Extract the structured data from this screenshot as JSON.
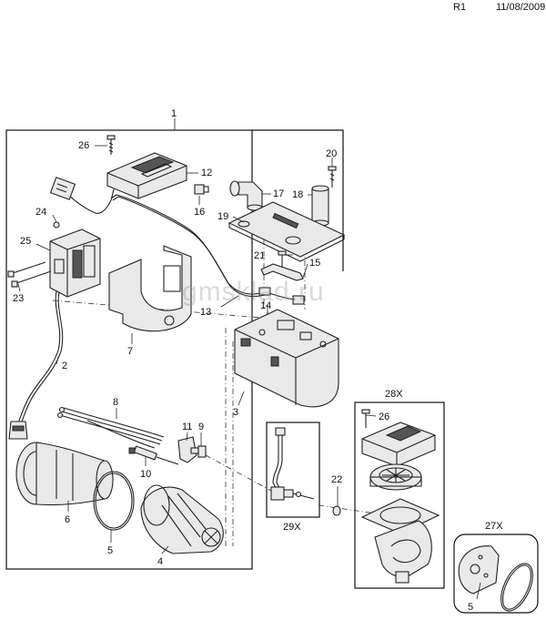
{
  "header": {
    "revision": "R1",
    "date": "11/08/2009"
  },
  "watermark": "gmsklad.ru",
  "assemblies": {
    "main": "1",
    "kit_28": "28X",
    "kit_29": "29X",
    "kit_27": "27X"
  },
  "callouts": {
    "c2": "2",
    "c3": "3",
    "c4": "4",
    "c5a": "5",
    "c5b": "5",
    "c6": "6",
    "c7": "7",
    "c8": "8",
    "c9": "9",
    "c10": "10",
    "c11": "11",
    "c12": "12",
    "c13": "13",
    "c14": "14",
    "c15": "15",
    "c16": "16",
    "c17": "17",
    "c18": "18",
    "c19": "19",
    "c20": "20",
    "c21": "21",
    "c22": "22",
    "c23": "23",
    "c24": "24",
    "c25": "25",
    "c26a": "26",
    "c26b": "26"
  }
}
